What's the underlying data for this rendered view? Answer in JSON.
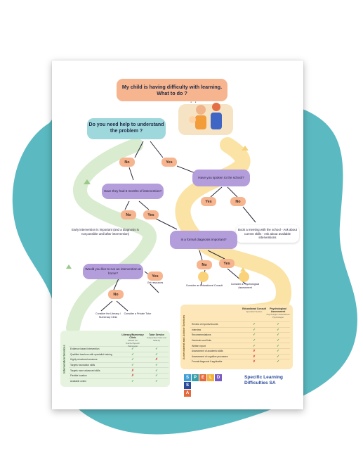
{
  "poster": {
    "title": "My child is having difficulty with learning. What to do ?",
    "help_question": "Do you need help to understand the problem ?",
    "yes_label": "Yes",
    "no_label": "No",
    "q_intervention_months": "Have they had 6 months of intervention?",
    "q_spoken_school": "Have you spoken to the school?",
    "q_formal_diagnosis": "Is a formal diagnosis important?",
    "q_run_at_home": "Would you like to run an intervention at home?",
    "note_early_intervention": "Early intervention is important (and a diagnosis is not possible until after intervention)",
    "note_school_meeting": "Book a meeting with the school - Ask about current skills - Ask about available interventions",
    "leaf_educational": "Consider an Educational Consult",
    "leaf_psychological": "Consider a Psychological Assessment",
    "leaf_literacy_clinic": "Consider the Literacy / Numeracy Clinic",
    "leaf_private_tutor": "Consider a Private Tutor",
    "leaf_yes_note": "Get resources"
  },
  "intervention_table": {
    "side_title": "Intervention Services",
    "col1_title": "Literacy/Numeracy Clinic",
    "col1_sub": "SPELD SA Teacher/Speech Pathologist",
    "col2_title": "Tutor Service",
    "col2_sub": "Independent Tutor (not SPELD)",
    "rows": [
      {
        "label": "Evidence based intervention",
        "c1": "✓",
        "c2": "✓"
      },
      {
        "label": "Qualified teachers with specialist training",
        "c1": "✓",
        "c2": "✓"
      },
      {
        "label": "Highly structured sessions",
        "c1": "✓",
        "c2": "✗"
      },
      {
        "label": "Targets foundation skills",
        "c1": "✓",
        "c2": "✓"
      },
      {
        "label": "Targets more advanced skills",
        "c1": "✗",
        "c2": "✓"
      },
      {
        "label": "Flexible location",
        "c1": "✗",
        "c2": "✓"
      },
      {
        "label": "Available online",
        "c1": "✓",
        "c2": "✓"
      }
    ]
  },
  "assessment_table": {
    "side_title": "Assessment and Advice Services",
    "col1_title": "Educational Consult",
    "col1_sub": "Specialist Teacher",
    "col2_title": "Psychological Assessment",
    "col2_sub": "Psychologist / Educational Psychologist",
    "rows": [
      {
        "label": "Review of reports/records",
        "c1": "✓",
        "c2": "✓"
      },
      {
        "label": "Interview",
        "c1": "✓",
        "c2": "✓"
      },
      {
        "label": "Recommendations",
        "c1": "✓",
        "c2": "✓"
      },
      {
        "label": "Handouts and links",
        "c1": "✓",
        "c2": "✓"
      },
      {
        "label": "Written report",
        "c1": "✓",
        "c2": "✓"
      },
      {
        "label": "Assessment of academic skills",
        "c1": "✗",
        "c2": "✓"
      },
      {
        "label": "Assessment of cognitive processes",
        "c1": "✗",
        "c2": "✓"
      },
      {
        "label": "Formal diagnosis if applicable",
        "c1": "✗",
        "c2": "✓"
      }
    ]
  },
  "logo": {
    "tiles": [
      "S",
      "P",
      "E",
      "L",
      "D",
      "S",
      "A"
    ],
    "name_line1": "Specific Learning",
    "name_line2": "Difficulties SA"
  },
  "colors": {
    "blob": "#5bb9c1",
    "green_path": "#d9eccf",
    "yellow_path": "#fbe3a6",
    "purple": "#b39ddb",
    "orange": "#f6b48f",
    "teal": "#9fd8dc",
    "brand_blue": "#2b4a9a"
  }
}
